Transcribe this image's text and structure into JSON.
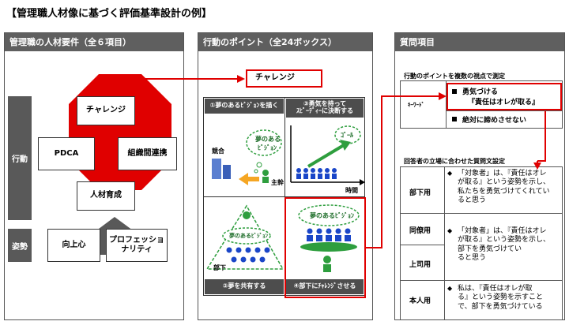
{
  "title": "【管理職人材像に基づく評価基準設計の例】",
  "panel1": {
    "header": "管理職の人材要件（全６項目）",
    "behavior_label": "行動",
    "attitude_label": "姿勢",
    "items": {
      "challenge": "チャレンジ",
      "pdca": "PDCA",
      "organization": "組織間連携",
      "development": "人材育成",
      "ambition": "向上心",
      "professionality_1": "プロフェッショ",
      "professionality_2": "ナリティ"
    }
  },
  "panel2": {
    "header": "行動のポイント（全24ボックス）",
    "highlight": "チャレンジ",
    "cells": {
      "c1": "①夢のあるﾋﾞｼﾞｮﾝを描く",
      "c3_1": "③勇気を持って",
      "c3_2": "ｽﾋﾟｰﾃﾞｨｰに決断する",
      "c2": "②夢を共有する",
      "c4": "④部下にﾁｬﾚﾝｼﾞさせる"
    },
    "labels": {
      "dream_1": "夢のある",
      "dream_2": "ﾋﾞｼﾞｮﾝ",
      "competition": "競合",
      "lead": "主幹",
      "goal": "ｺﾞｰﾙ",
      "time": "時間",
      "dream_vision": "夢のあるﾋﾞｼﾞｮﾝ",
      "subordinate": "部下"
    }
  },
  "panel3": {
    "header": "質問項目",
    "section1": "行動のポイントを複数の視点で測定",
    "keyword": "ｷｰﾜｰﾄﾞ",
    "kw1": "勇気づける",
    "kw2": "『責任はオレが取る』",
    "kw3": "絶対に諦めさせない",
    "section2": "回答者の立場に合わせた質問文設定",
    "roles": {
      "subordinate": "部下用",
      "peer": "同僚用",
      "superior": "上司用",
      "self": "本人用"
    },
    "q1": [
      "「対象者」は、『責任はオレ",
      "が取る』という姿勢を示し、",
      "私たちを勇気づけてくれてい",
      "ると思う"
    ],
    "q2": [
      "「対象者」は、『責任はオレ",
      "が取る』という姿勢を示し、",
      "部下を勇気づけてい",
      "ると思う"
    ],
    "q3": [
      "私は、『責任はオレが取",
      "る』という姿勢を示すこと",
      "で、部下を勇気づけている"
    ]
  },
  "colors": {
    "red": "#e00000",
    "dark_gray": "#595959",
    "green": "#2e9e3e",
    "blue": "#1a46c8"
  }
}
